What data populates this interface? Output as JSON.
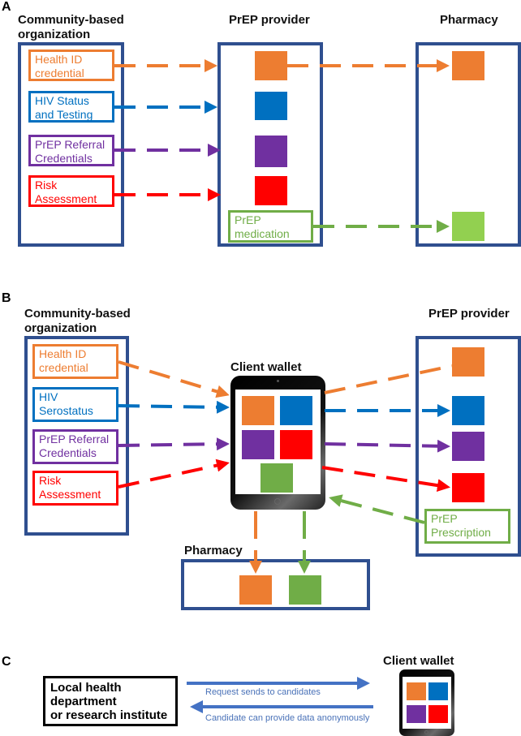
{
  "colors": {
    "frame": "#2f4f8f",
    "health_id": "#ed7d31",
    "hiv": "#0070c0",
    "referral": "#7030a0",
    "risk": "#ff0000",
    "prep_green": "#70ad47",
    "prep_light_green": "#92d050",
    "c_arrow": "#4472c4"
  },
  "panel_a": {
    "letter": "A",
    "columns": {
      "cbo": "Community-based\norganization",
      "provider": "PrEP provider",
      "pharmacy": "Pharmacy"
    },
    "credentials": [
      {
        "label": "Health ID\ncredential",
        "color_key": "health_id"
      },
      {
        "label": "HIV Status\nand Testing",
        "color_key": "hiv"
      },
      {
        "label": "PrEP Referral\nCredentials",
        "color_key": "referral"
      },
      {
        "label": "Risk\nAssessment",
        "color_key": "risk"
      }
    ],
    "provider_output": {
      "label": "PrEP\nmedication",
      "color_key": "prep_green"
    }
  },
  "panel_b": {
    "letter": "B",
    "columns": {
      "cbo": "Community-based\norganization",
      "wallet": "Client wallet",
      "provider": "PrEP provider",
      "pharmacy": "Pharmacy"
    },
    "credentials": [
      {
        "label": "Health ID\ncredential",
        "color_key": "health_id"
      },
      {
        "label": "HIV\nSerostatus",
        "color_key": "hiv"
      },
      {
        "label": "PrEP Referral\nCredentials",
        "color_key": "referral"
      },
      {
        "label": "Risk\nAssessment",
        "color_key": "risk"
      }
    ],
    "provider_output": {
      "label": "PrEP\nPrescription",
      "color_key": "prep_green"
    }
  },
  "panel_c": {
    "letter": "C",
    "requester": "Local health\ndepartment\nor research institute",
    "wallet": "Client wallet",
    "request_label": "Request sends to candidates",
    "response_label": "Candidate can provide data anonymously"
  }
}
